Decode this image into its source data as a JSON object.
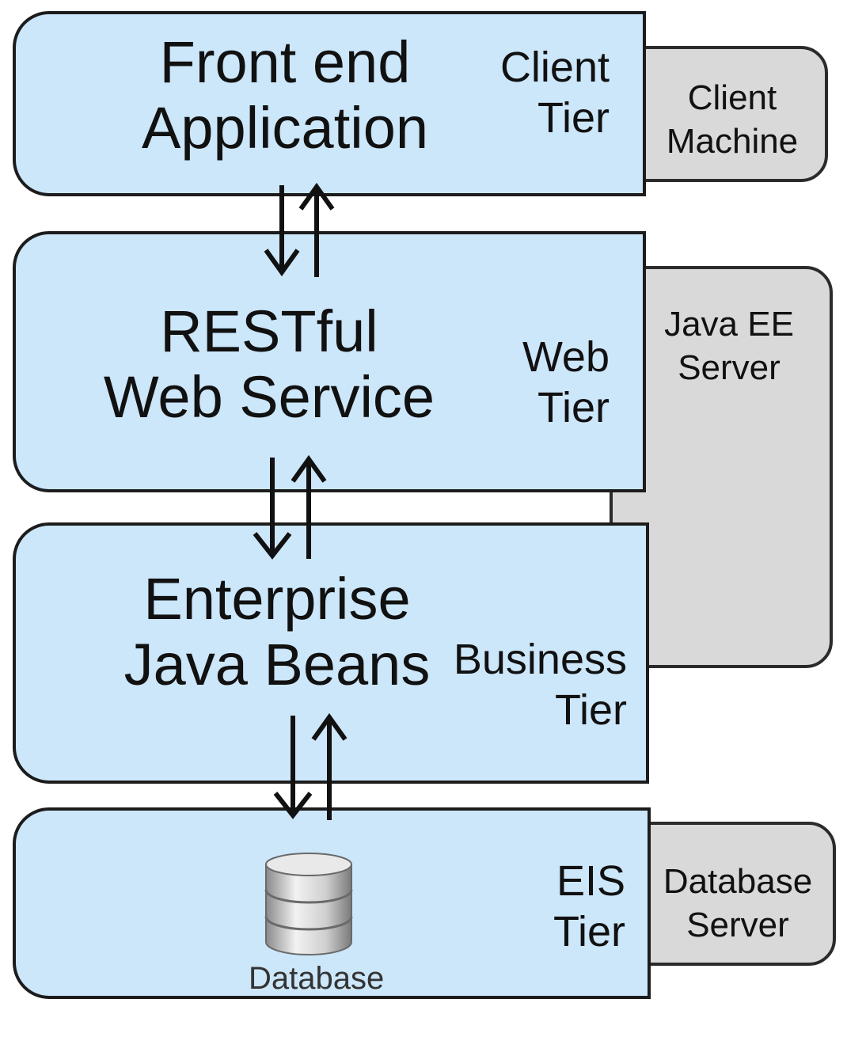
{
  "tiers": {
    "client": {
      "main": [
        "Front end",
        "Application"
      ],
      "tier": [
        "Client",
        "Tier"
      ]
    },
    "web": {
      "main": [
        "RESTful",
        "Web Service"
      ],
      "tier": [
        "Web",
        "Tier"
      ]
    },
    "business": {
      "main": [
        "Enterprise",
        "Java Beans"
      ],
      "tier": [
        "Business",
        "Tier"
      ]
    },
    "eis": {
      "tier": [
        "EIS",
        "Tier"
      ],
      "db_caption": "Database",
      "db_icon": "database-icon"
    }
  },
  "machines": {
    "client": [
      "Client",
      "Machine"
    ],
    "javaee": [
      "Java EE",
      "Server"
    ],
    "database": [
      "Database",
      "Server"
    ]
  },
  "colors": {
    "tier_fill": "#cce6fa",
    "machine_fill": "#d9d9d9",
    "border": "#1c1c1c"
  }
}
